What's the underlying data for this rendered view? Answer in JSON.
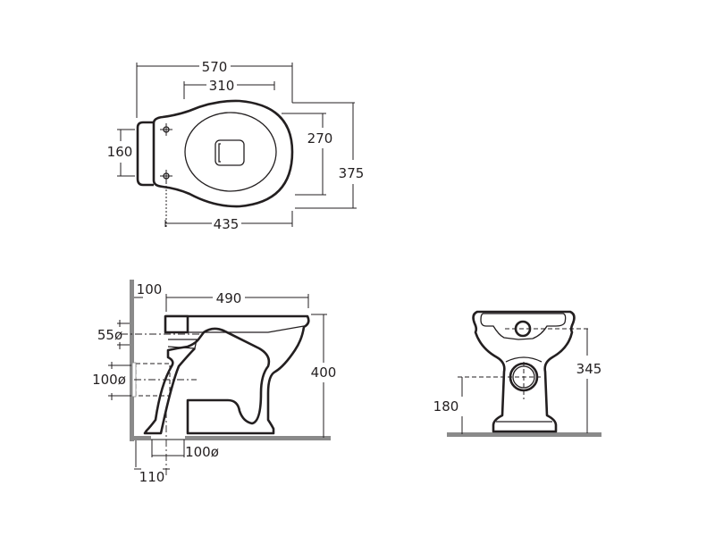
{
  "top_view": {
    "overall_length": "570",
    "seat_length": "310",
    "hinge_spacing": "160",
    "seat_width": "270",
    "overall_width": "375",
    "hinge_to_front": "435"
  },
  "side_view": {
    "wall_offset": "100",
    "depth": "490",
    "inlet_diameter": "55ø",
    "outlet_diameter": "100ø",
    "height": "400",
    "floor_outlet_diameter": "100ø",
    "floor_outlet_offset": "110"
  },
  "front_view": {
    "rim_height": "345",
    "outlet_height": "180"
  },
  "colors": {
    "line": "#231f20",
    "ground": "#8a8a8a"
  }
}
